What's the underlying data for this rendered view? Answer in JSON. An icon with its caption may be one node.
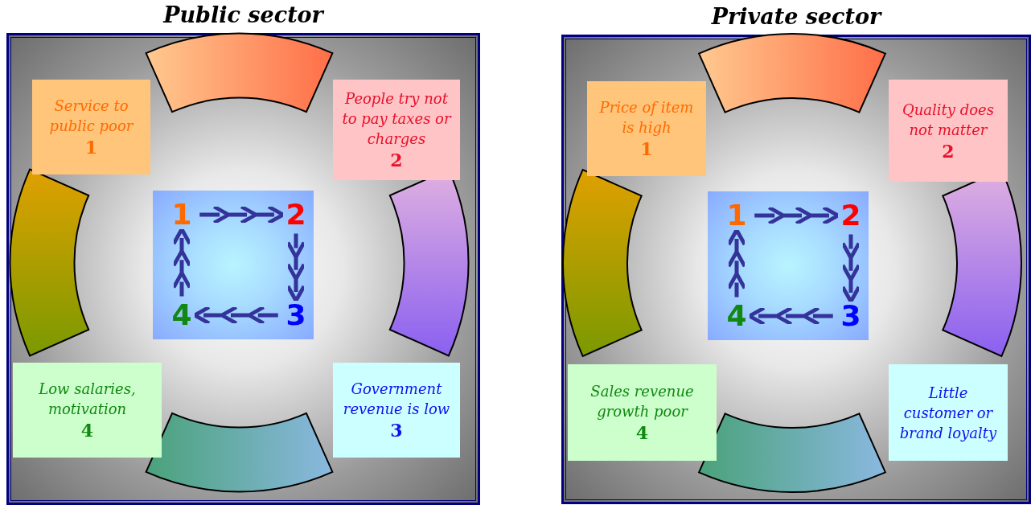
{
  "diagram": {
    "nodes": [
      {
        "text": [
          "Public sector"
        ]
      },
      {
        "text": [
          "Service to public poor",
          "1"
        ],
        "in": 0
      },
      {
        "text": [
          "People try not to pay taxes or charges",
          "2"
        ],
        "in": 0
      },
      {
        "text": [
          "Low salaries, motivation",
          "4"
        ],
        "in": 0
      },
      {
        "text": [
          "Government revenue is low",
          "3"
        ],
        "in": 0
      },
      {
        "text": [],
        "shape": "box",
        "in": 0
      },
      {
        "text": [
          "1"
        ],
        "in": 5
      },
      {
        "text": [
          "2"
        ],
        "in": 5
      },
      {
        "text": [
          "4"
        ],
        "in": 5
      },
      {
        "text": [
          "3"
        ],
        "in": 5
      },
      {
        "text": [
          "Private sector"
        ]
      },
      {
        "text": [
          "Price of item is high",
          "1"
        ],
        "in": 10
      },
      {
        "text": [
          "Quality does not matter",
          "2"
        ],
        "in": 10
      },
      {
        "text": [
          "Sales revenue growth poor",
          "4"
        ],
        "in": 10
      },
      {
        "text": [
          "Little customer or brand loyalty"
        ],
        "in": 10
      },
      {
        "text": [],
        "shape": "box",
        "in": 10
      },
      {
        "text": [
          "1"
        ],
        "in": 15
      },
      {
        "text": [
          "2"
        ],
        "in": 15
      },
      {
        "text": [
          "4"
        ],
        "in": 15
      },
      {
        "text": [
          "3"
        ],
        "in": 15
      }
    ],
    "edges": [
      {
        "from": 6,
        "to": 7,
        "arrow": "to"
      },
      {
        "from": 7,
        "to": 9,
        "arrow": "to"
      },
      {
        "from": 9,
        "to": 8,
        "arrow": "to"
      },
      {
        "from": 8,
        "to": 6,
        "arrow": "to"
      },
      {
        "from": 16,
        "to": 17,
        "arrow": "to"
      },
      {
        "from": 17,
        "to": 19,
        "arrow": "to"
      },
      {
        "from": 19,
        "to": 18,
        "arrow": "to"
      },
      {
        "from": 18,
        "to": 16,
        "arrow": "to"
      }
    ]
  }
}
